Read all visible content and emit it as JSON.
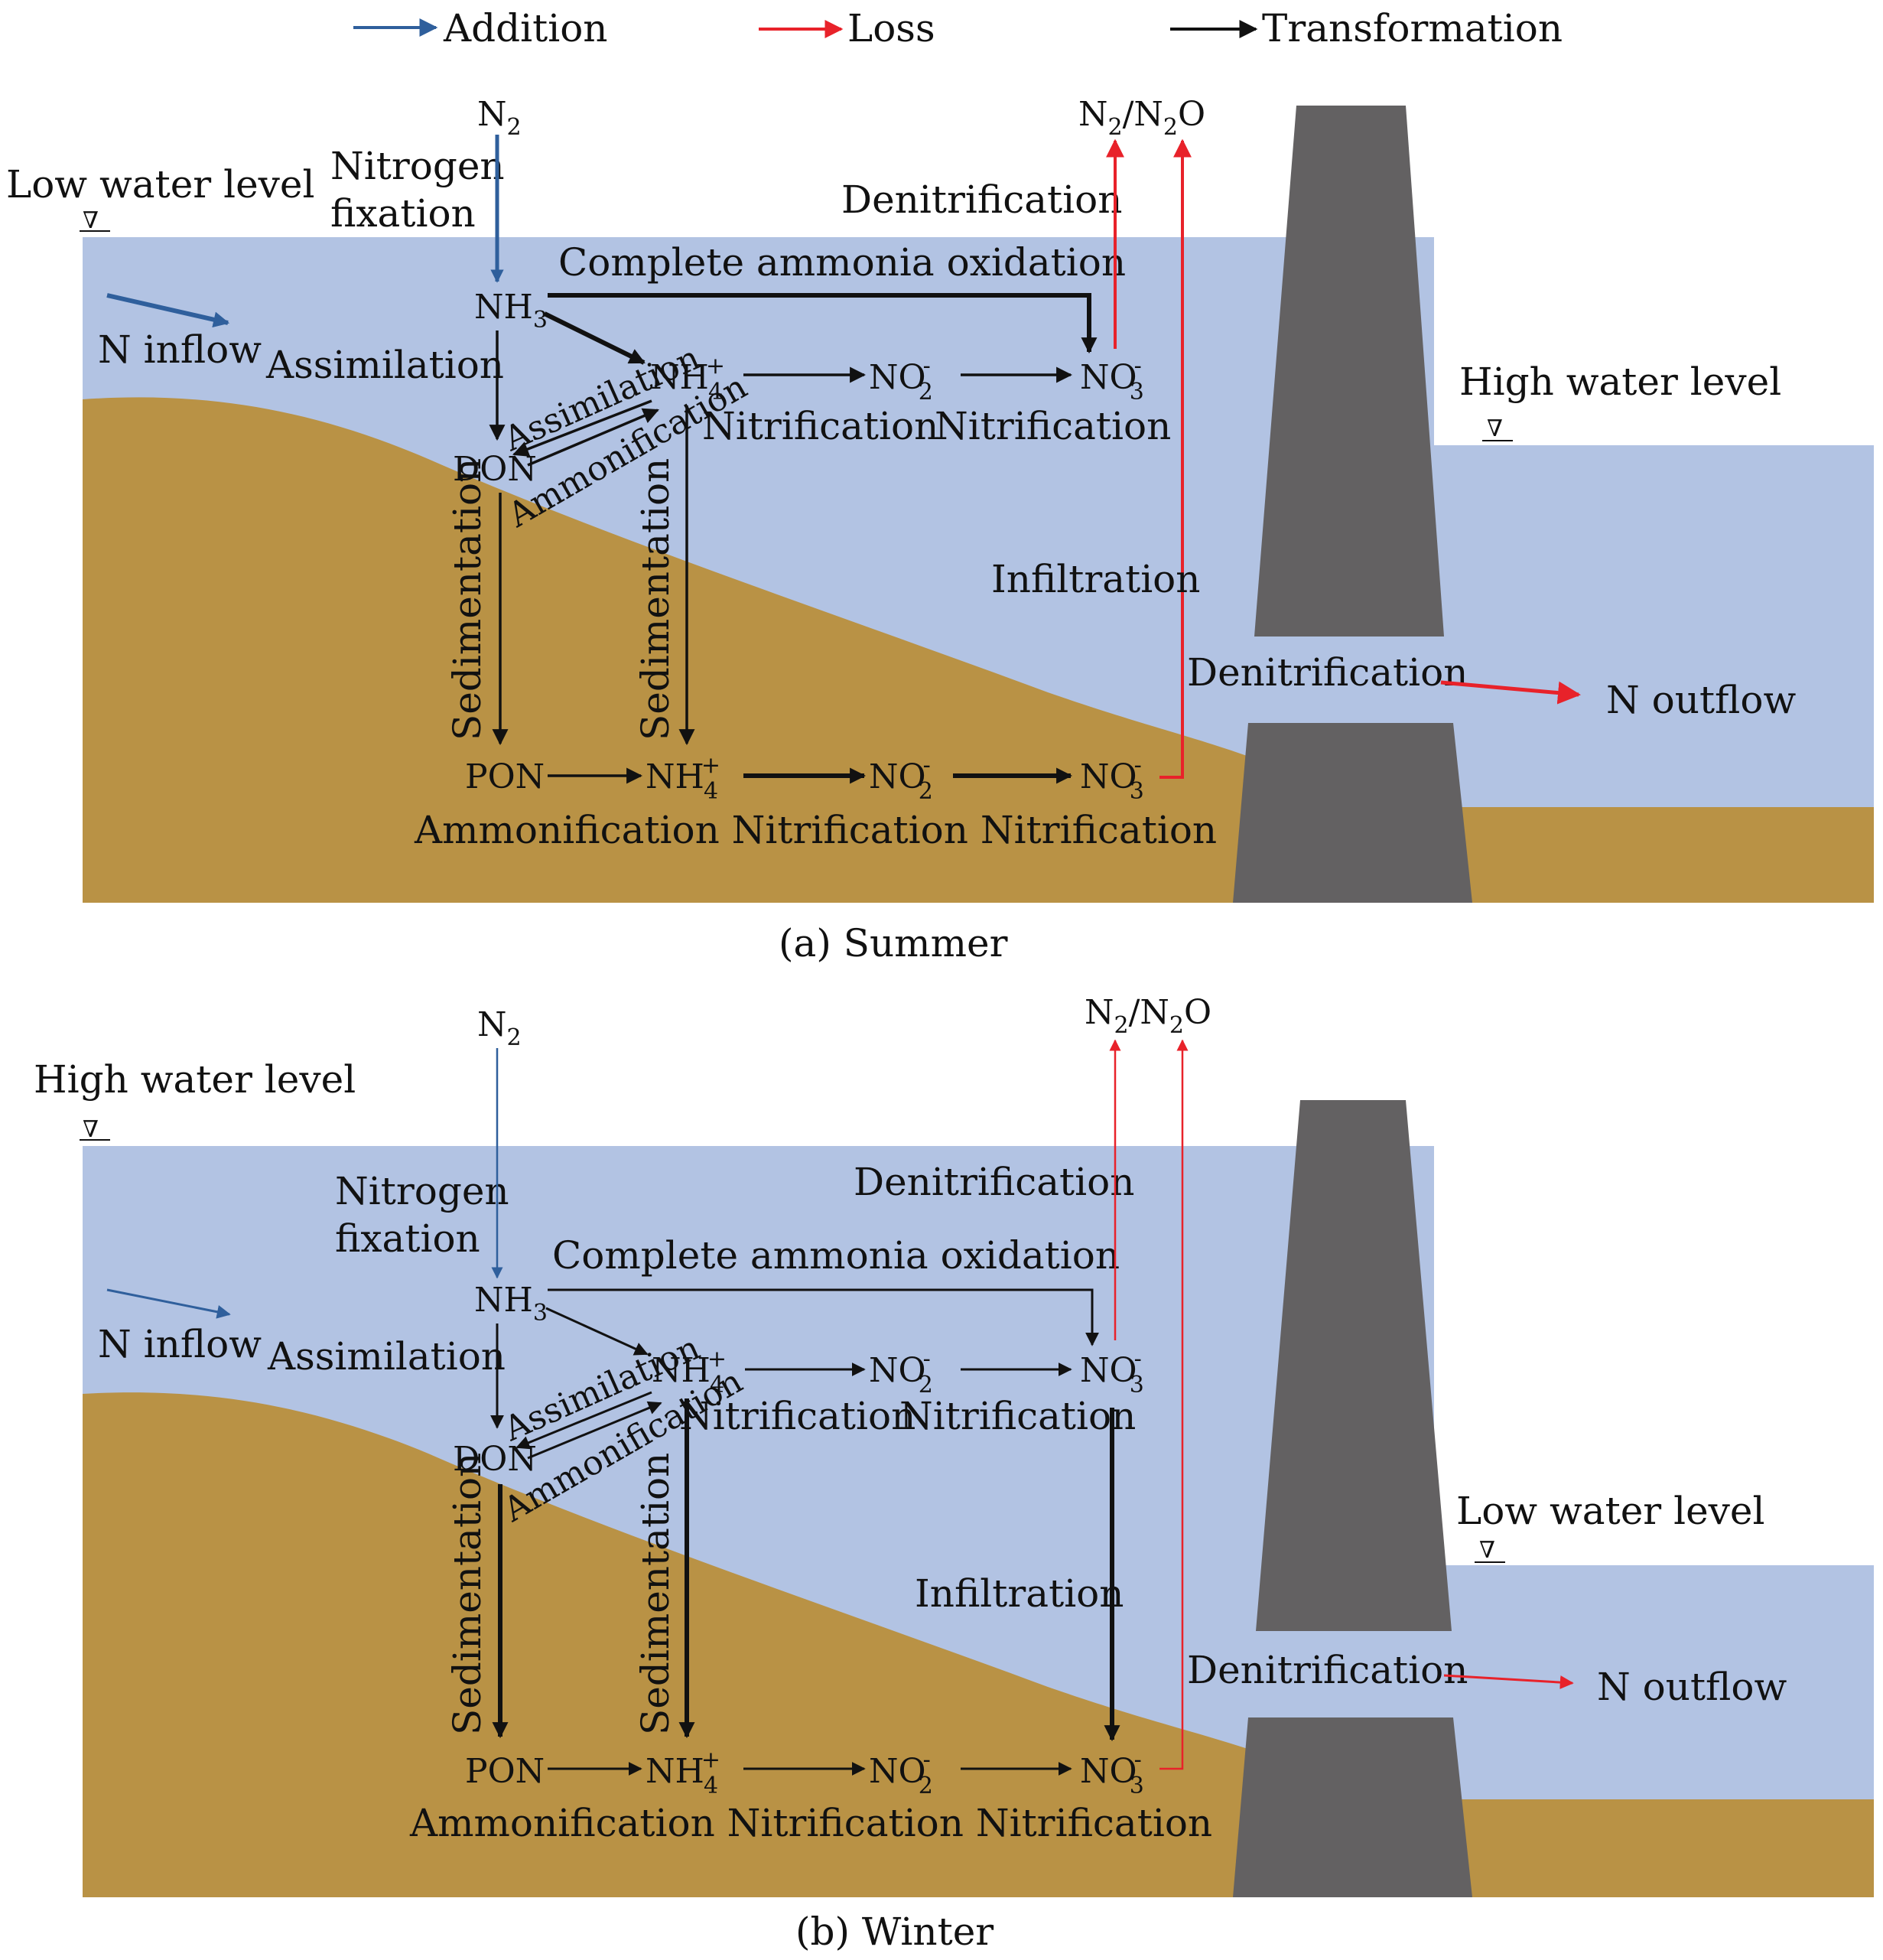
{
  "legend": [
    {
      "label": "Addition",
      "color": "#2f5f9c"
    },
    {
      "label": "Loss",
      "color": "#e8222a"
    },
    {
      "label": "Transformation",
      "color": "#111111"
    }
  ],
  "colors": {
    "water": "#b2c3e3",
    "sediment": "#b99245",
    "dam": "#636162",
    "addition": "#2f5f9c",
    "loss": "#e8222a",
    "transformation": "#111111"
  },
  "species": {
    "n2": "N",
    "nh3": "NH",
    "nh4": "NH",
    "no2": "NO",
    "no3": "NO",
    "don": "DON",
    "pon": "PON",
    "gas_a": "N",
    "gas_b": "/N",
    "gas_c": "O",
    "sub2": "2",
    "sub3": "3",
    "sub4": "4",
    "sup_plus": "+",
    "sup_minus": "-"
  },
  "labels": {
    "low_water_level": "Low water level",
    "high_water_level": "High water level",
    "nitrogen": "Nitrogen",
    "fixation": "fixation",
    "n_inflow": "N inflow",
    "assimilation": "Assimilation",
    "complete_ammonia_oxidation": "Complete ammonia oxidation",
    "denitrification": "Denitrification",
    "nitrification": "Nitrification",
    "ammonification": "Ammonification",
    "sedimentation": "Sedimentation",
    "infiltration": "Infiltration",
    "n_outflow": "N outflow",
    "bottom_row": "Ammonification Nitrification Nitrification",
    "water_level_symbol": "∇"
  },
  "panels": [
    {
      "caption": "(a) Summer"
    },
    {
      "caption": "(b) Winter"
    }
  ]
}
